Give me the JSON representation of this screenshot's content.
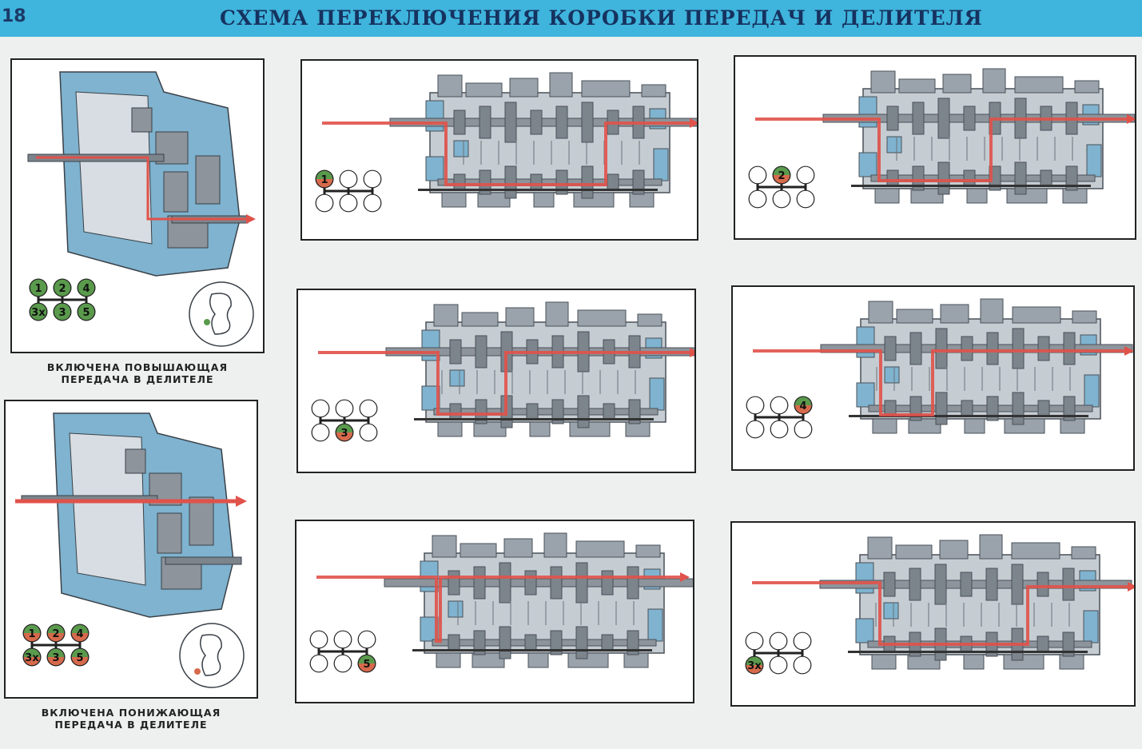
{
  "header": {
    "page_number": "18",
    "title": "СХЕМА ПЕРЕКЛЮЧЕНИЯ КОРОБКИ ПЕРЕДАЧ И ДЕЛИТЕЛЯ"
  },
  "colors": {
    "header_blue": "#3fb4dd",
    "housing_blue": "#7fb3cf",
    "flow_red": "#e0524a",
    "indicator_green": "#5a9a4c",
    "indicator_red": "#d76a4c"
  },
  "divider_panels": [
    {
      "caption_line1": "ВКЛЮЧЕНА ПОВЫШАЮЩАЯ",
      "caption_line2": "ПЕРЕДАЧА В ДЕЛИТЕЛЕ",
      "shift_labels": [
        "1",
        "2",
        "4",
        "3х",
        "3",
        "5"
      ]
    },
    {
      "caption_line1": "ВКЛЮЧЕНА ПОНИЖАЮЩАЯ",
      "caption_line2": "ПЕРЕДАЧА В ДЕЛИТЕЛЕ",
      "shift_labels": [
        "1",
        "2",
        "4",
        "3х",
        "3",
        "5"
      ]
    }
  ],
  "gear_panels": [
    {
      "gear_label": "1"
    },
    {
      "gear_label": "2"
    },
    {
      "gear_label": "3"
    },
    {
      "gear_label": "4"
    },
    {
      "gear_label": "5"
    },
    {
      "gear_label": "3х"
    }
  ]
}
